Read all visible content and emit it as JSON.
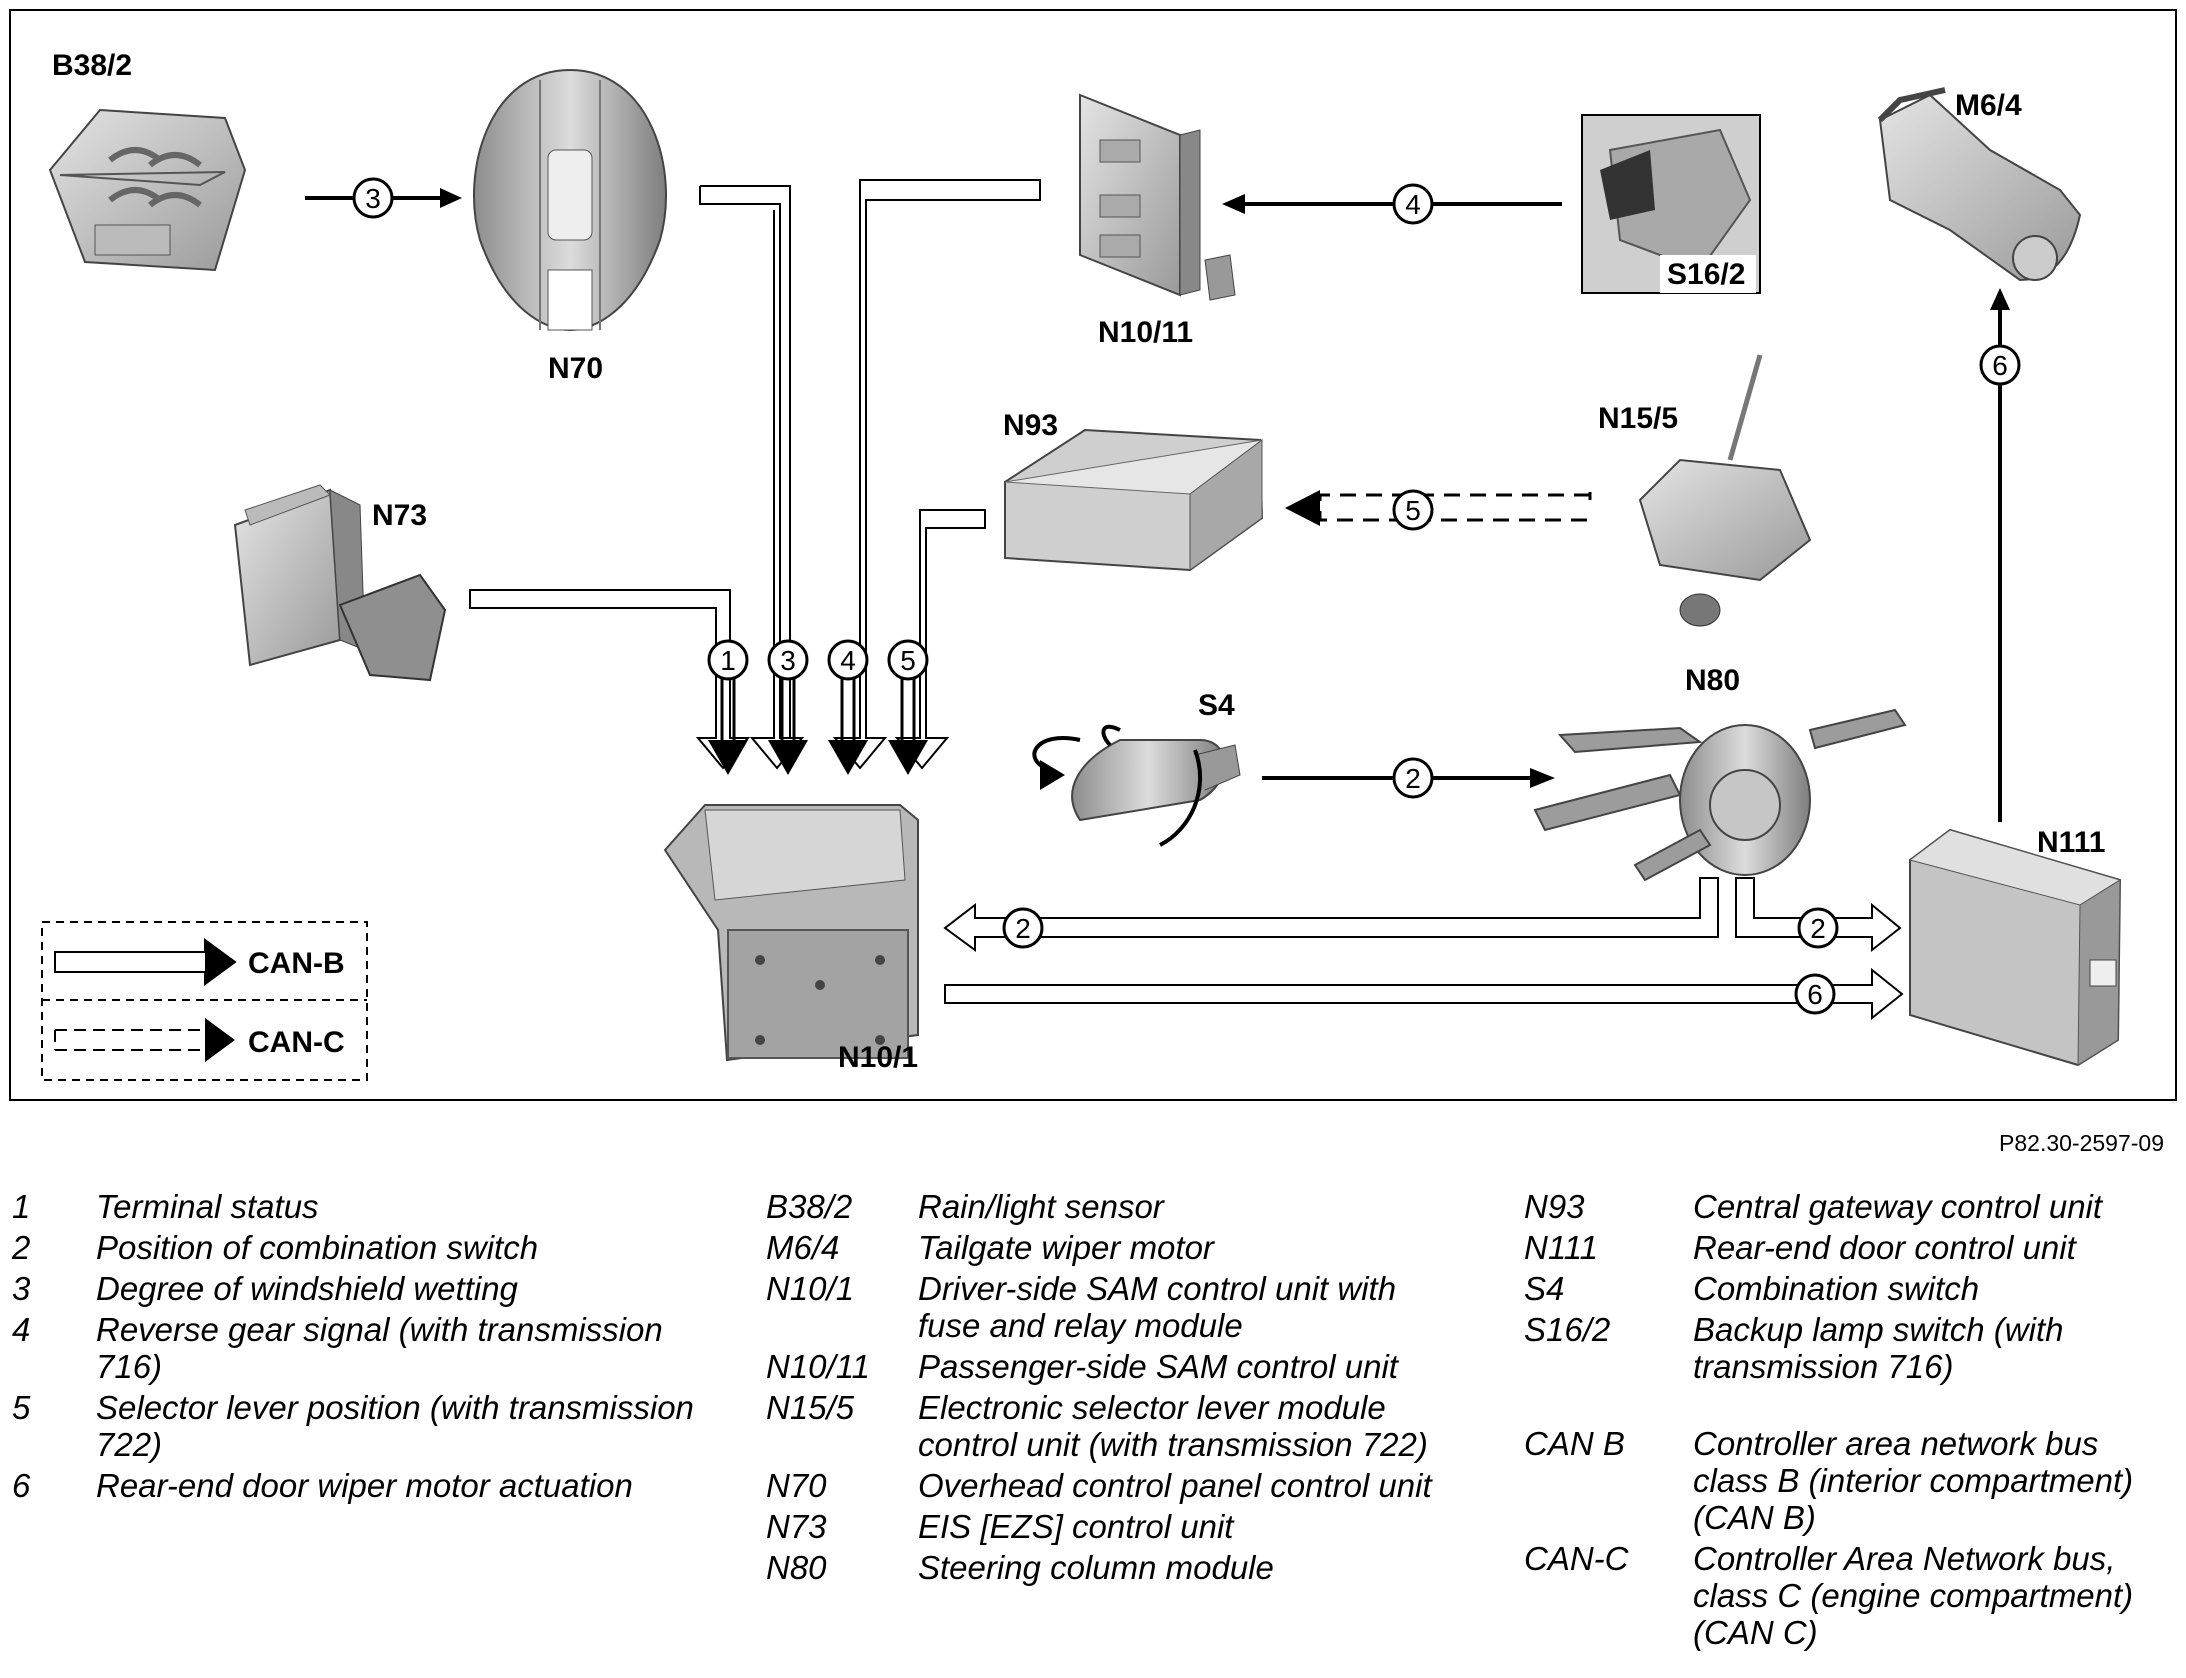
{
  "components": {
    "b38_2": "B38/2",
    "n70": "N70",
    "n10_11": "N10/11",
    "s16_2": "S16/2",
    "m6_4": "M6/4",
    "n93": "N93",
    "n15_5": "N15/5",
    "n73": "N73",
    "s4": "S4",
    "n80": "N80",
    "n111": "N111",
    "n10_1": "N10/1"
  },
  "signals": [
    "1",
    "2",
    "3",
    "4",
    "5",
    "6"
  ],
  "legend": {
    "can_b": "CAN-B",
    "can_c": "CAN-C"
  },
  "reference": "P82.30-2597-09",
  "key": {
    "signals": [
      {
        "k": "1",
        "v": "Terminal status"
      },
      {
        "k": "2",
        "v": "Position of combination switch"
      },
      {
        "k": "3",
        "v": "Degree of windshield wetting"
      },
      {
        "k": "4",
        "v": "Reverse gear signal (with transmission 716)"
      },
      {
        "k": "5",
        "v": "Selector lever position (with transmission 722)"
      },
      {
        "k": "6",
        "v": "Rear-end door wiper motor actuation"
      }
    ],
    "components_a": [
      {
        "k": "B38/2",
        "v": "Rain/light sensor"
      },
      {
        "k": "M6/4",
        "v": "Tailgate wiper motor"
      },
      {
        "k": "N10/1",
        "v": "Driver-side SAM control unit with fuse and relay module"
      },
      {
        "k": "N10/11",
        "v": "Passenger-side SAM control unit"
      },
      {
        "k": "N15/5",
        "v": "Electronic selector lever module control unit (with transmission 722)"
      },
      {
        "k": "N70",
        "v": "Overhead control panel control unit"
      },
      {
        "k": "N73",
        "v": "EIS [EZS] control unit"
      },
      {
        "k": "N80",
        "v": "Steering column module"
      }
    ],
    "components_b": [
      {
        "k": "N93",
        "v": "Central gateway control unit"
      },
      {
        "k": "N111",
        "v": "Rear-end door control unit"
      },
      {
        "k": "S4",
        "v": "Combination switch"
      },
      {
        "k": "S16/2",
        "v": "Backup lamp switch (with transmission 716)"
      }
    ],
    "buses": [
      {
        "k": "CAN B",
        "v": "Controller area network bus class B (interior compartment) (CAN B)"
      },
      {
        "k": "CAN-C",
        "v": "Controller Area Network bus, class C (engine compartment) (CAN C)"
      }
    ]
  }
}
